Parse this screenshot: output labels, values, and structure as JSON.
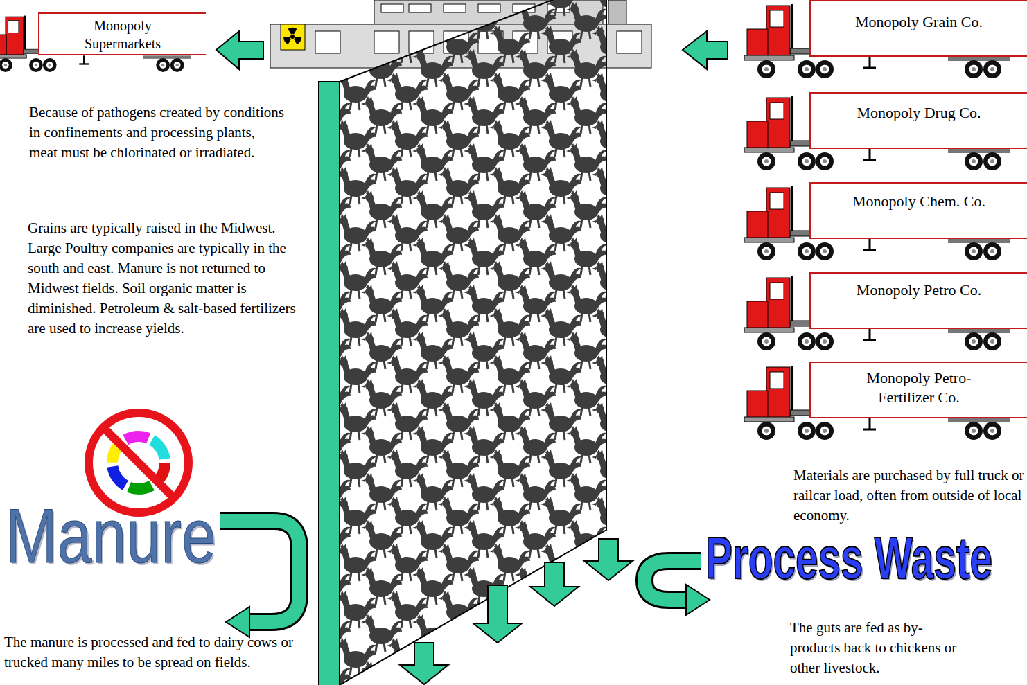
{
  "diagram": {
    "nodes": [
      {
        "text": [
          "Monopoly Supermarkets"
        ]
      },
      {
        "text": [
          "Monopoly Grain Co."
        ]
      },
      {
        "text": [
          "Monopoly Drug Co."
        ]
      },
      {
        "text": [
          "Monopoly Chem. Co."
        ]
      },
      {
        "text": [
          "Monopoly Petro Co."
        ]
      },
      {
        "text": [
          "Monopoly Petro-Fertilizer Co."
        ]
      }
    ],
    "labels": [
      "Because of pathogens created by conditions in confinements and processing plants, meat must be chlorinated or irradiated.",
      "Grains are typically raised in the Midwest. Large Poultry companies are typically in the south and east. Manure is not returned to Midwest fields. Soil organic matter is diminished. Petroleum & salt-based fertilizers are used to increase yields.",
      "Manure",
      "The manure is processed and fed to dairy cows or trucked many miles to be spread on fields.",
      "Materials are purchased by full truck or railcar load, often from outside of local economy.",
      "Process Waste",
      "The guts are fed as by-products back to chickens or other livestock."
    ]
  }
}
